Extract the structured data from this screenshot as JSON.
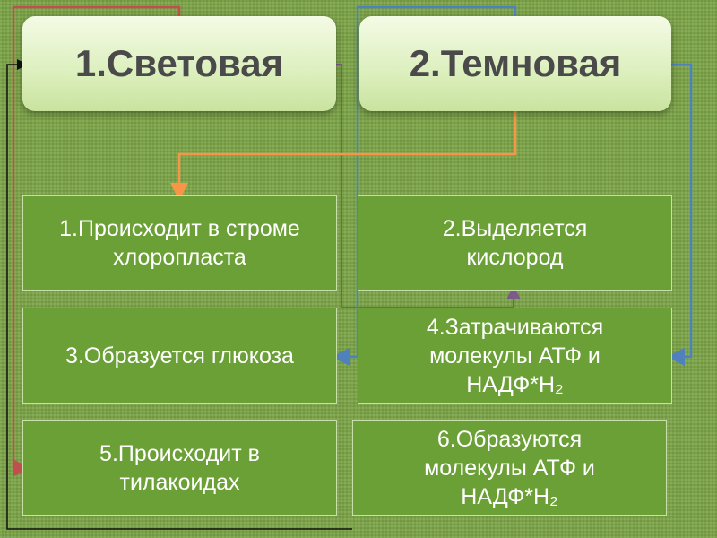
{
  "headers": {
    "left": "1.Световая",
    "right": "2.Темновая"
  },
  "cards": [
    {
      "lines": [
        "1.Происходит в строме",
        "хлоропласта"
      ]
    },
    {
      "lines": [
        "2.Выделяется",
        "кислород"
      ]
    },
    {
      "lines": [
        "3.Образуется глюкоза"
      ]
    },
    {
      "lines": [
        "4.Затрачиваются",
        "молекулы АТФ и",
        "НАДФ*Н₂"
      ]
    },
    {
      "lines": [
        "5.Происходит в",
        "тилакоидах"
      ]
    },
    {
      "lines": [
        "6.Образуются",
        "молекулы АТФ и",
        "НАДФ*Н₂"
      ]
    }
  ],
  "colors": {
    "background": "#7ca447",
    "card": "#6ba036",
    "arrow_red": "#c0504d",
    "arrow_blue": "#4f81bd",
    "arrow_orange": "#f79646",
    "arrow_black": "#111111",
    "arrow_purple": "#7b5b8a"
  }
}
